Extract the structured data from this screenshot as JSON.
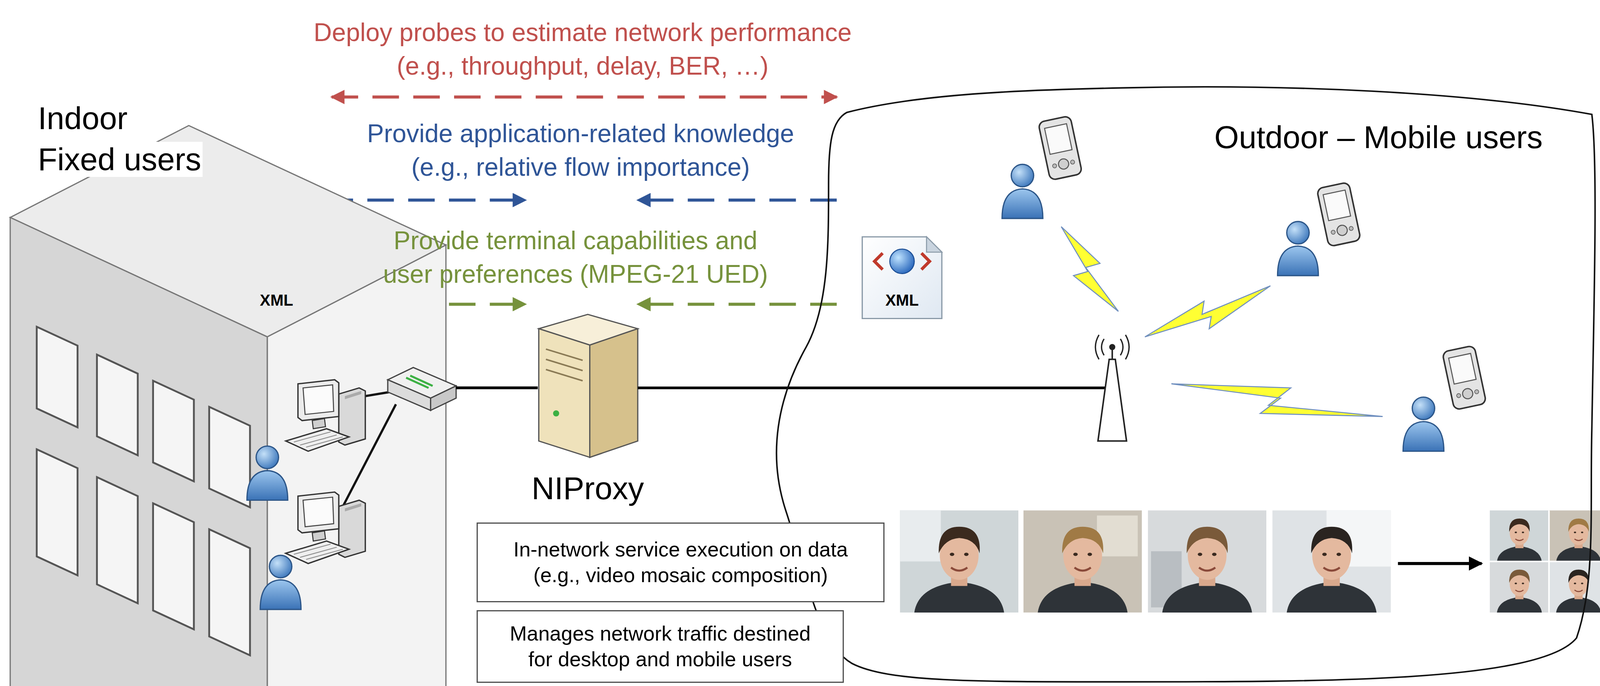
{
  "diagram": {
    "nodes": [
      {
        "text": [
          "Indoor Fixed users"
        ]
      },
      {
        "text": [
          "NIProxy"
        ]
      },
      {
        "text": [
          "Outdoor – Mobile users"
        ]
      },
      {
        "text": [
          "In-network service execution on data (e.g., video mosaic composition)"
        ]
      },
      {
        "text": [
          "Manages network traffic destined for desktop and mobile users"
        ]
      }
    ],
    "edges": [
      {
        "from": 0,
        "to": 1,
        "arrow": "none"
      }
    ],
    "labels": [
      "Deploy probes to estimate network performance (e.g., throughput, delay, BER, …)",
      "Provide application-related knowledge (e.g., relative flow importance)",
      "Provide terminal capabilities and user preferences (MPEG-21 UED)",
      "XML",
      "XML"
    ]
  }
}
